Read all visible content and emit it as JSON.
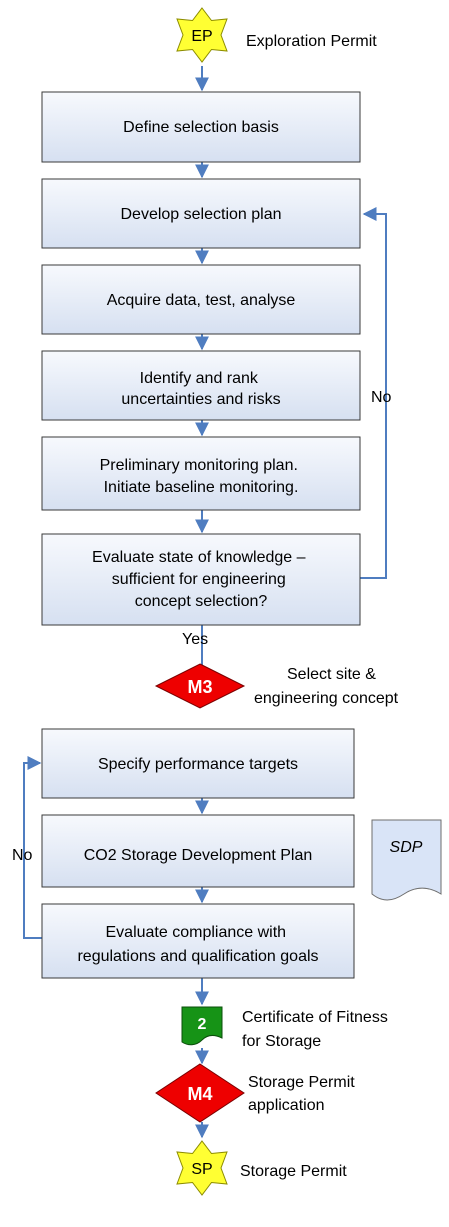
{
  "start": {
    "badge": "EP",
    "label": "Exploration Permit"
  },
  "steps": [
    [
      "Define selection basis"
    ],
    [
      "Develop selection plan"
    ],
    [
      "Acquire data, test, analyse"
    ],
    [
      "Identify and rank",
      "uncertainties and risks"
    ],
    [
      "Preliminary monitoring plan.",
      "Initiate baseline monitoring."
    ],
    [
      "Evaluate state of knowledge –",
      "sufficient for engineering",
      "concept selection?"
    ]
  ],
  "decision1": {
    "yes_label": "Yes",
    "no_label": "No"
  },
  "milestone_m3": {
    "badge": "M3",
    "label_lines": [
      "Select site &",
      "engineering concept"
    ]
  },
  "phase2_steps": [
    [
      "Specify performance targets"
    ],
    [
      "CO2 Storage Development Plan"
    ],
    [
      "Evaluate compliance with",
      "regulations and qualification goals"
    ]
  ],
  "decision2": {
    "no_label": "No"
  },
  "sdp_doc": {
    "label": "SDP"
  },
  "certificate": {
    "badge": "2",
    "label_lines": [
      "Certificate of Fitness",
      "for Storage"
    ]
  },
  "milestone_m4": {
    "badge": "M4",
    "label_lines": [
      "Storage Permit",
      "application"
    ]
  },
  "end": {
    "badge": "SP",
    "label": "Storage Permit"
  },
  "colors": {
    "connector": "#4f7dc0",
    "milestone": "#ee0000",
    "star": "#ffff33",
    "certificate": "#169316",
    "box_fill": "#dbe3f3"
  }
}
